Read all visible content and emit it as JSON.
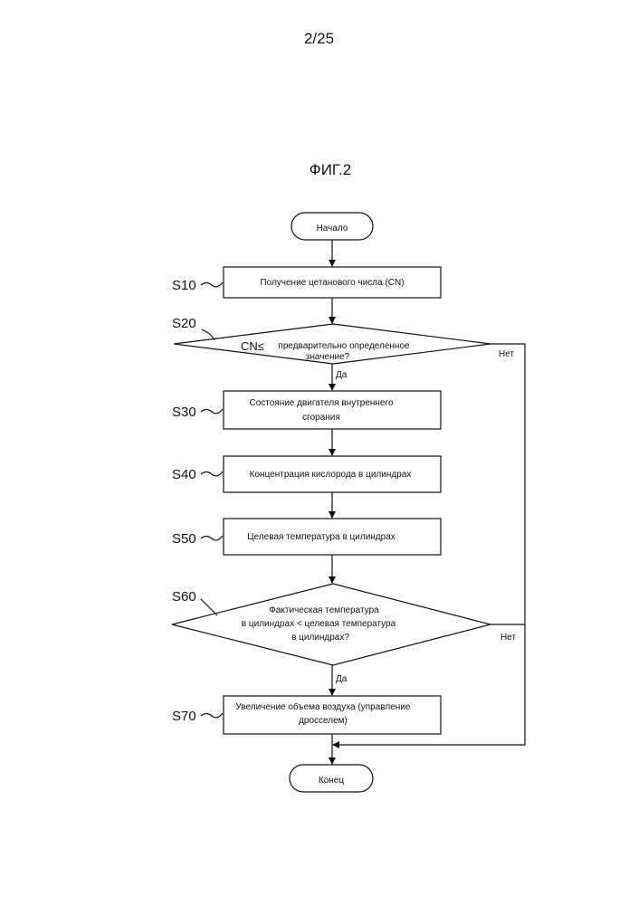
{
  "page_number": "2/25",
  "figure_title": "ФИГ.2",
  "start": "Начало",
  "end": "Конец",
  "steps": {
    "s10": {
      "label": "S10",
      "text": [
        "Получение цетанового числа (CN)"
      ]
    },
    "s20": {
      "label": "S20",
      "text": [
        "предварительно определенное",
        "значение?"
      ],
      "prefix": "CN≤"
    },
    "s30": {
      "label": "S30",
      "text": [
        "Состояние двигателя внутреннего",
        "сгорания"
      ]
    },
    "s40": {
      "label": "S40",
      "text": [
        "Концентрация кислорода в цилиндрах"
      ]
    },
    "s50": {
      "label": "S50",
      "text": [
        "Целевая температура в цилиндрах"
      ]
    },
    "s60": {
      "label": "S60",
      "text": [
        "Фактическая температура",
        "в цилиндрах < целевая температура",
        "в цилиндрах?"
      ]
    },
    "s70": {
      "label": "S70",
      "text": [
        "Увеличение объема воздуха (управление",
        "дросселем)"
      ]
    }
  },
  "yes_label": "Да",
  "no_label": "Нет"
}
